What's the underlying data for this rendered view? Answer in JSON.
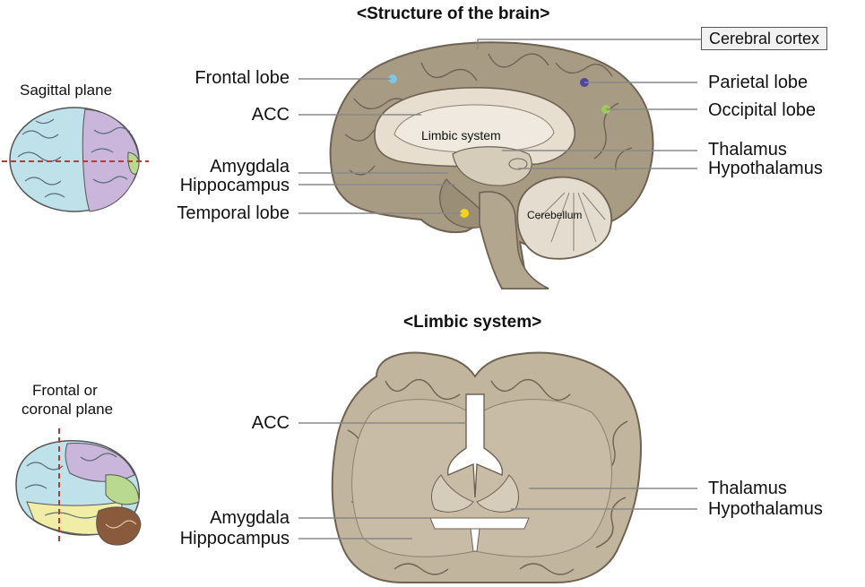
{
  "titles": {
    "structure": "<Structure of the brain>",
    "limbic": "<Limbic system>"
  },
  "planes": {
    "sagittal": "Sagittal plane",
    "coronal_line1": "Frontal or",
    "coronal_line2": "coronal plane"
  },
  "top_labels": {
    "frontal_lobe": "Frontal lobe",
    "acc": "ACC",
    "amygdala": "Amygdala",
    "hippocampus": "Hippocampus",
    "temporal_lobe": "Temporal lobe",
    "cerebral_cortex": "Cerebral cortex",
    "parietal_lobe": "Parietal lobe",
    "occipital_lobe": "Occipital lobe",
    "thalamus": "Thalamus",
    "hypothalamus": "Hypothalamus",
    "limbic_system": "Limbic system",
    "cerebellum": "Cerebellum"
  },
  "bottom_labels": {
    "acc": "ACC",
    "amygdala": "Amygdala",
    "hippocampus": "Hippocampus",
    "thalamus": "Thalamus",
    "hypothalamus": "Hypothalamus"
  },
  "colors": {
    "brain_fill": "#c2b59d",
    "cortex_fill": "#a89b84",
    "outline": "#6e6352",
    "leader": "#888888",
    "frontal_dot": "#7cc8e0",
    "parietal_dot": "#4b46a8",
    "occipital_dot": "#9ccc5a",
    "temporal_dot": "#f2d21a",
    "cut_line": "#c0392b"
  }
}
